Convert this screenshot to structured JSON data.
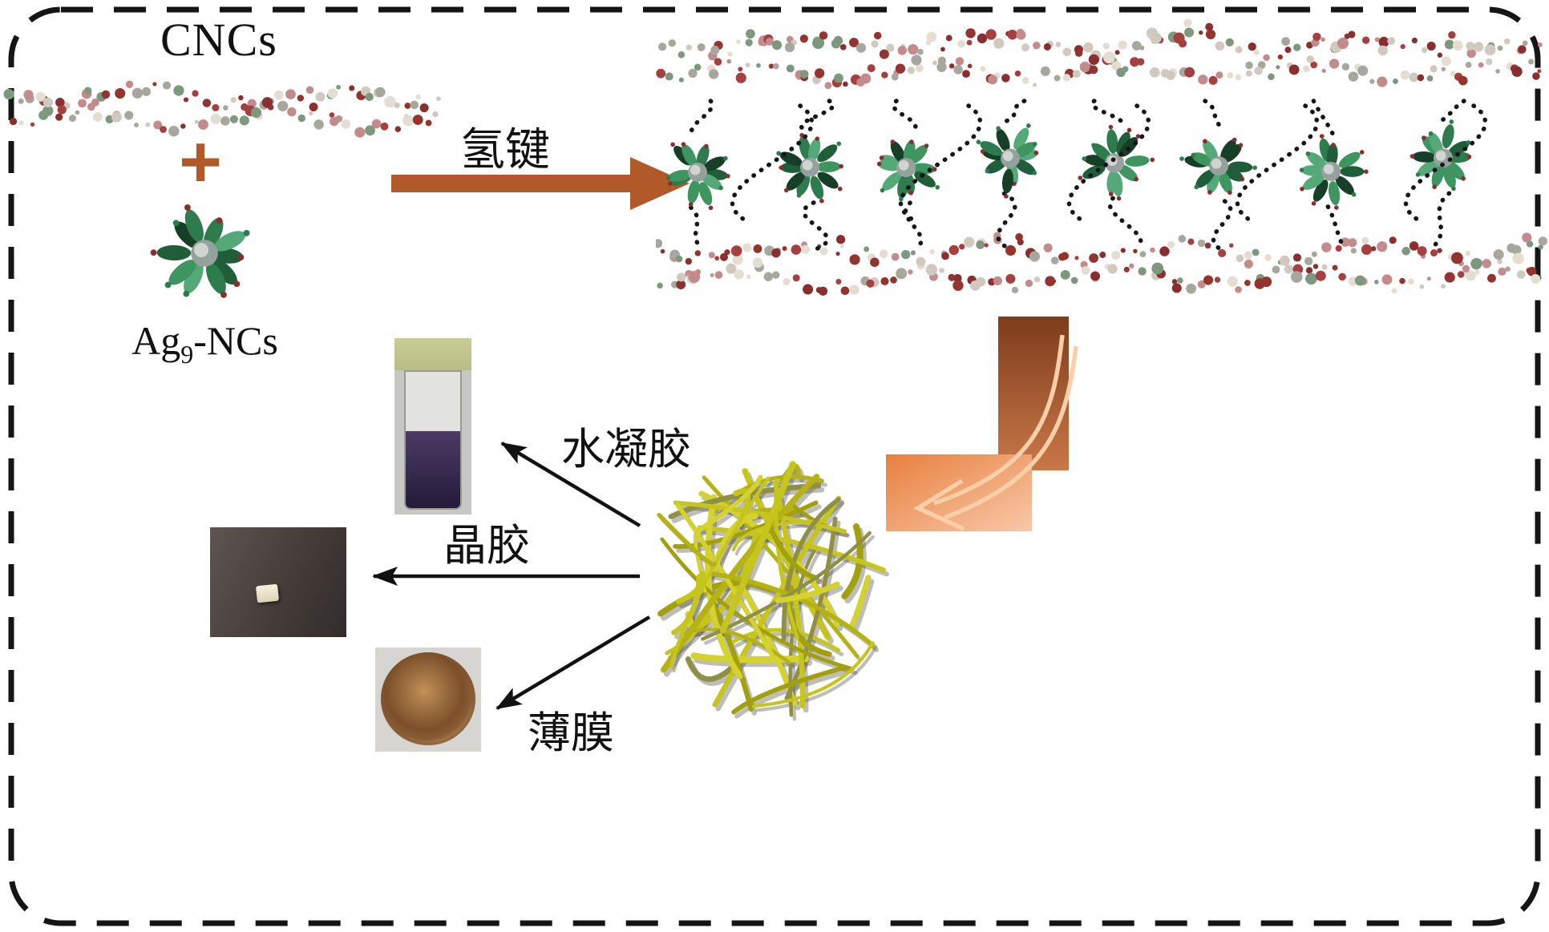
{
  "figure": {
    "labels": {
      "cncs": "CNCs",
      "plus": "+",
      "ag_prefix": "Ag",
      "ag_subscript": "9",
      "ag_suffix": "-NCs",
      "hydrogen_bond": "氢键",
      "hydrogel": "水凝胶",
      "cryogel": "晶胶",
      "film": "薄膜"
    },
    "colors": {
      "reaction_arrow_brown": "#b2592a",
      "plus_sign_brown": "#b2592a",
      "cluster_green": "#2e7c4d",
      "atom_red": "#8a2f2f",
      "fiber_yellow": "#c6c51d",
      "curved_arrow_orange": "#e8803e",
      "border_black": "#151515"
    },
    "photos": {
      "hydrogel_vial": "vial-with-purple-gel-photo",
      "cryogel_block": "white-block-on-dark-surface-photo",
      "film_dish": "round-brown-film-photo",
      "fiber_network": "yellow-nanofiber-tangle-illustration"
    }
  }
}
